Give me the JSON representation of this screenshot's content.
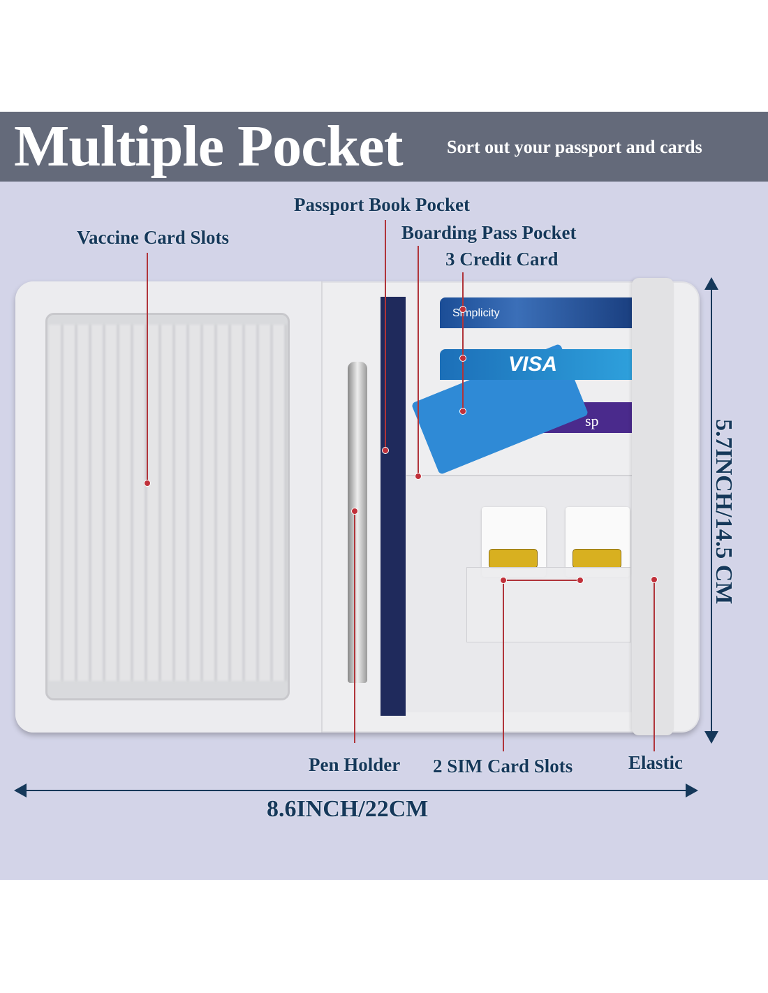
{
  "header": {
    "title": "Multiple Pocket",
    "subtitle": "Sort out your passport and cards"
  },
  "labels": {
    "passport_book_pocket": "Passport Book Pocket",
    "vaccine_card_slots": "Vaccine Card Slots",
    "boarding_pass_pocket": "Boarding Pass Pocket",
    "credit_card": "3 Credit Card",
    "pen_holder": "Pen Holder",
    "sim_card_slots": "2 SIM Card Slots",
    "elastic": "Elastic"
  },
  "dimensions": {
    "width": "8.6INCH/22CM",
    "height": "5.7INCH/14.5 CM"
  },
  "cards": [
    {
      "text": "Simplicity",
      "color": "#1b4d96"
    },
    {
      "text": "VISA",
      "color": "#1c78c4"
    },
    {
      "text": "sp",
      "color": "#4a2a8c"
    }
  ],
  "colors": {
    "header": "#646a7a",
    "background": "#d3d4e8",
    "label": "#15385a",
    "pointer": "#b0343a"
  }
}
